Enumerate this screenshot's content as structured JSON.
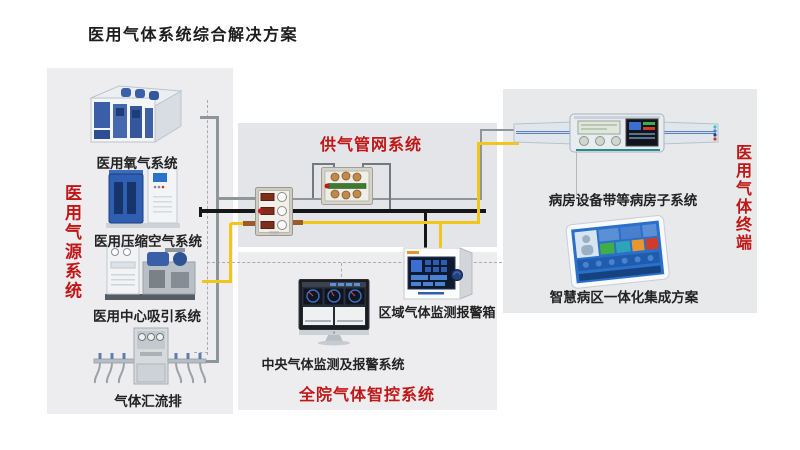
{
  "title": "医用气体系统综合解决方案",
  "source_panel": {
    "vertical_label": "医用气源系统",
    "items": [
      {
        "label": "医用氧气系统"
      },
      {
        "label": "医用压缩空气系统"
      },
      {
        "label": "医用中心吸引系统"
      },
      {
        "label": "气体汇流排"
      }
    ]
  },
  "supply_panel": {
    "title": "供气管网系统"
  },
  "control_panel": {
    "title": "全院气体智控系统",
    "items": [
      {
        "label": "中央气体监测及报警系统"
      },
      {
        "label": "区域气体监测报警箱"
      }
    ]
  },
  "terminal_panel": {
    "vertical_label": "医用气体终端",
    "items": [
      {
        "label": "病房设备带等病房子系统"
      },
      {
        "label": "智慧病区一体化集成方案"
      }
    ]
  },
  "colors": {
    "accent_red": "#c01616",
    "pipe_gray": "#8e959b",
    "pipe_black": "#161616",
    "pipe_yellow": "#f2c51b"
  }
}
